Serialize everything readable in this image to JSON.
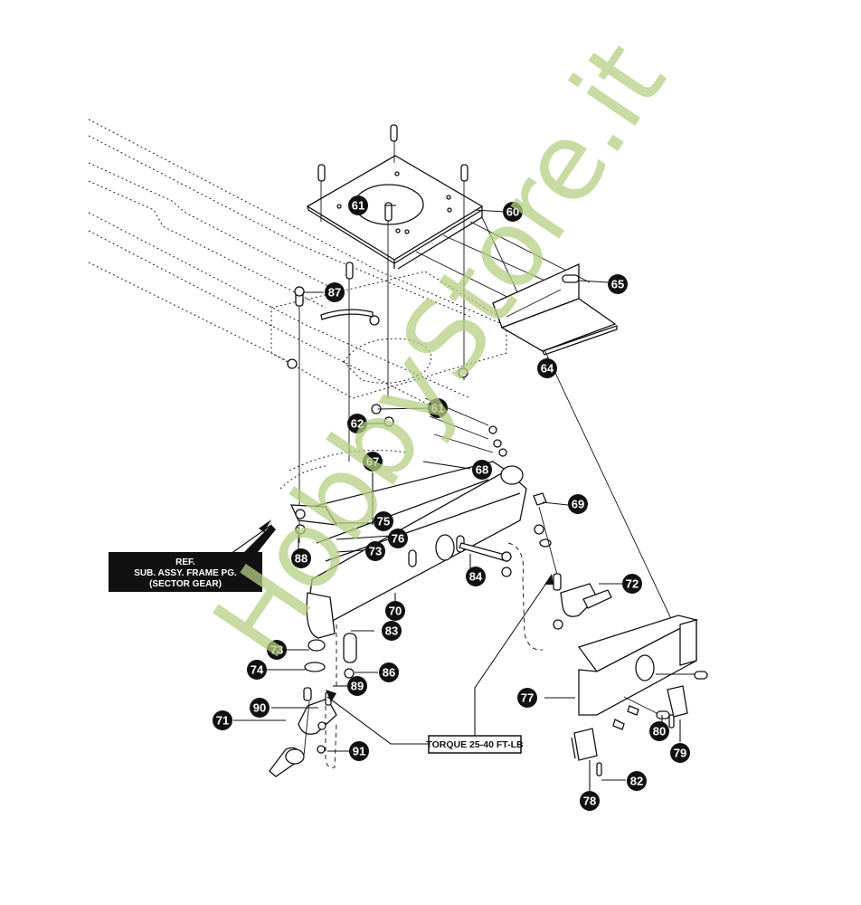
{
  "diagram": {
    "type": "exploded-parts-diagram",
    "subject": "front axle / steering assembly",
    "watermark": {
      "text": "HobbyStore.it",
      "color": "#b5cf84"
    },
    "callouts": [
      {
        "id": "60",
        "label": "60"
      },
      {
        "id": "61",
        "label": "61"
      },
      {
        "id": "61b",
        "label": "61"
      },
      {
        "id": "62",
        "label": "62"
      },
      {
        "id": "64",
        "label": "64"
      },
      {
        "id": "65",
        "label": "65"
      },
      {
        "id": "67",
        "label": "67"
      },
      {
        "id": "68",
        "label": "68"
      },
      {
        "id": "69",
        "label": "69"
      },
      {
        "id": "70",
        "label": "70"
      },
      {
        "id": "71",
        "label": "71"
      },
      {
        "id": "72",
        "label": "72"
      },
      {
        "id": "73",
        "label": "73"
      },
      {
        "id": "73b",
        "label": "73"
      },
      {
        "id": "74",
        "label": "74"
      },
      {
        "id": "75",
        "label": "75"
      },
      {
        "id": "76",
        "label": "76"
      },
      {
        "id": "77",
        "label": "77"
      },
      {
        "id": "78",
        "label": "78"
      },
      {
        "id": "79",
        "label": "79"
      },
      {
        "id": "80",
        "label": "80"
      },
      {
        "id": "82",
        "label": "82"
      },
      {
        "id": "83",
        "label": "83"
      },
      {
        "id": "84",
        "label": "84"
      },
      {
        "id": "86",
        "label": "86"
      },
      {
        "id": "87",
        "label": "87"
      },
      {
        "id": "88",
        "label": "88"
      },
      {
        "id": "89",
        "label": "89"
      },
      {
        "id": "90",
        "label": "90"
      },
      {
        "id": "91",
        "label": "91"
      }
    ],
    "reference_note": {
      "lines": [
        "REF.",
        "SUB. ASSY. FRAME PG.",
        "(SECTOR GEAR)"
      ]
    },
    "torque_note": {
      "text": "TORQUE 25-40 FT-LB"
    }
  }
}
